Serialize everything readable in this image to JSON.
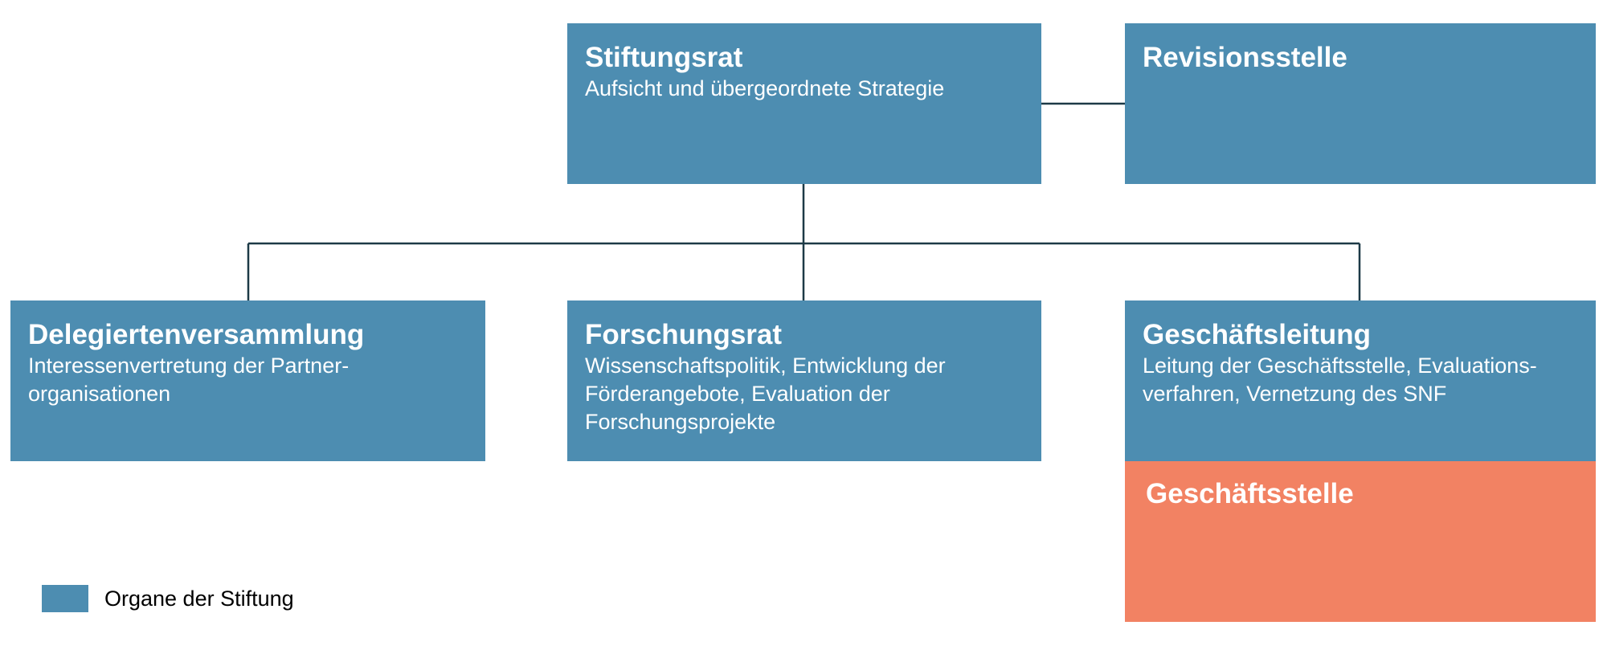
{
  "colors": {
    "organ_blue": "#4d8db1",
    "office_orange": "#f28263",
    "connector": "#1d3a47"
  },
  "boxes": {
    "stiftungsrat": {
      "title": "Stiftungsrat",
      "description": "Aufsicht und übergeordnete Strategie"
    },
    "revisionsstelle": {
      "title": "Revisionsstelle",
      "description": ""
    },
    "delegiertenversammlung": {
      "title": "Delegiertenversammlung",
      "description": "Interessenvertretung der Partner-\norganisationen"
    },
    "forschungsrat": {
      "title": "Forschungsrat",
      "description": "Wissenschaftspolitik, Entwicklung der\nFörderangebote, Evaluation der\nForschungsprojekte"
    },
    "geschaeftsleitung": {
      "title": "Geschäftsleitung",
      "description": "Leitung der Geschäftsstelle, Evaluations-\nverfahren, Vernetzung des SNF"
    },
    "geschaeftsstelle": {
      "title": "Geschäftsstelle",
      "description": ""
    }
  },
  "legend": {
    "label": "Organe der Stiftung"
  }
}
